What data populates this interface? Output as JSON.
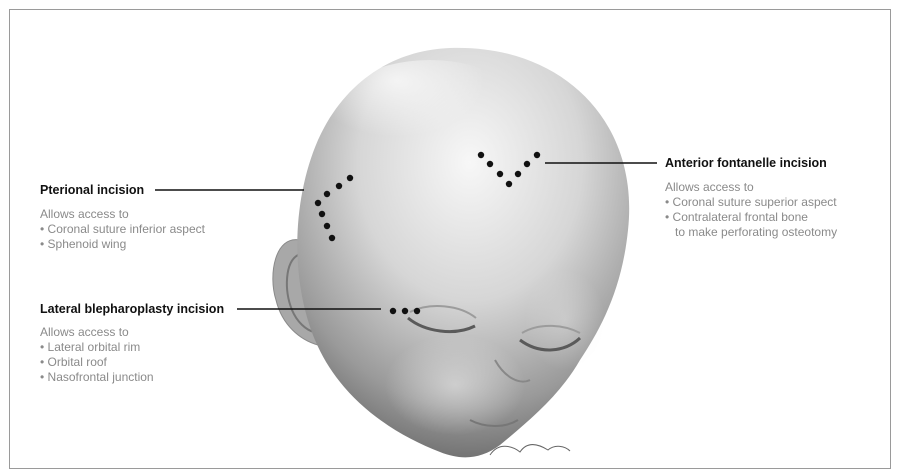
{
  "labels": {
    "pterional": {
      "title": "Pterional incision",
      "intro": "Allows access to",
      "items": [
        "• Coronal suture inferior aspect",
        "• Sphenoid wing"
      ]
    },
    "blepharoplasty": {
      "title": "Lateral blepharoplasty incision",
      "intro": "Allows access to",
      "items": [
        "• Lateral orbital rim",
        "• Orbital roof",
        "• Nasofrontal junction"
      ]
    },
    "fontanelle": {
      "title": "Anterior fontanelle incision",
      "intro": "Allows access to",
      "items": [
        "• Coronal suture superior aspect",
        "• Contralateral frontal bone",
        "to make perforating osteotomy"
      ]
    }
  },
  "signature": "Chris Gralapp",
  "colors": {
    "leader": "#111111",
    "desc_text": "#8a8a8a",
    "skin_light": "#f2f2f2",
    "skin_dark": "#6e6e6e"
  }
}
